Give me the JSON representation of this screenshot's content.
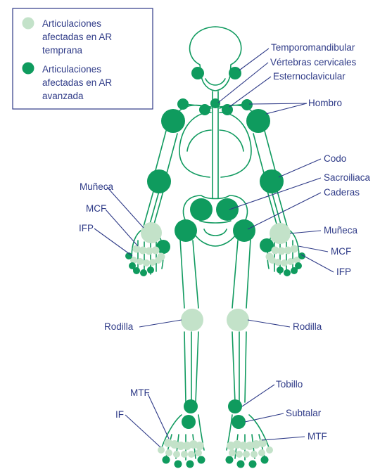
{
  "colors": {
    "early": "#c3e2c9",
    "advanced": "#0f9b5e",
    "bone": "#109a5f",
    "text": "#2e3a87",
    "legend_border": "#2e3a87"
  },
  "legend": {
    "early_lines": [
      "Articulaciones",
      "afectadas en AR",
      "temprana"
    ],
    "advanced_lines": [
      "Articulaciones",
      "afectadas en AR",
      "avanzada"
    ]
  },
  "labels": {
    "temporomandibular": "Temporomandibular",
    "vertebras": "Vértebras cervicales",
    "esternoclavicular": "Esternoclavicular",
    "hombro": "Hombro",
    "codo": "Codo",
    "sacroiliaca": "Sacroiliaca",
    "caderas": "Caderas",
    "muneca_left": "Muñeca",
    "mcf_left": "MCF",
    "ifp_left": "IFP",
    "muneca_right": "Muñeca",
    "mcf_right": "MCF",
    "ifp_right": "IFP",
    "rodilla_left": "Rodilla",
    "rodilla_right": "Rodilla",
    "tobillo": "Tobillo",
    "subtalar": "Subtalar",
    "mtf_left": "MTF",
    "if_left": "IF",
    "mtf_right": "MTF"
  }
}
